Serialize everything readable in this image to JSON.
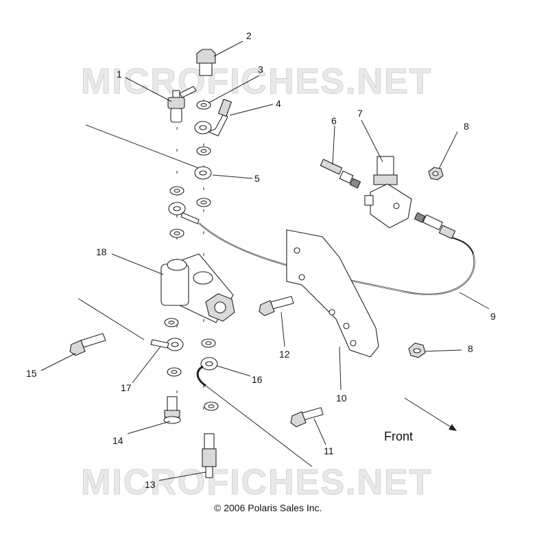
{
  "watermark": "MICROFICHES.NET",
  "copyright": "© 2006 Polaris Sales Inc.",
  "direction_label": "Front",
  "callouts": [
    "1",
    "2",
    "3",
    "4",
    "5",
    "6",
    "7",
    "8",
    "8",
    "9",
    "10",
    "11",
    "12",
    "13",
    "14",
    "15",
    "16",
    "17",
    "18"
  ]
}
